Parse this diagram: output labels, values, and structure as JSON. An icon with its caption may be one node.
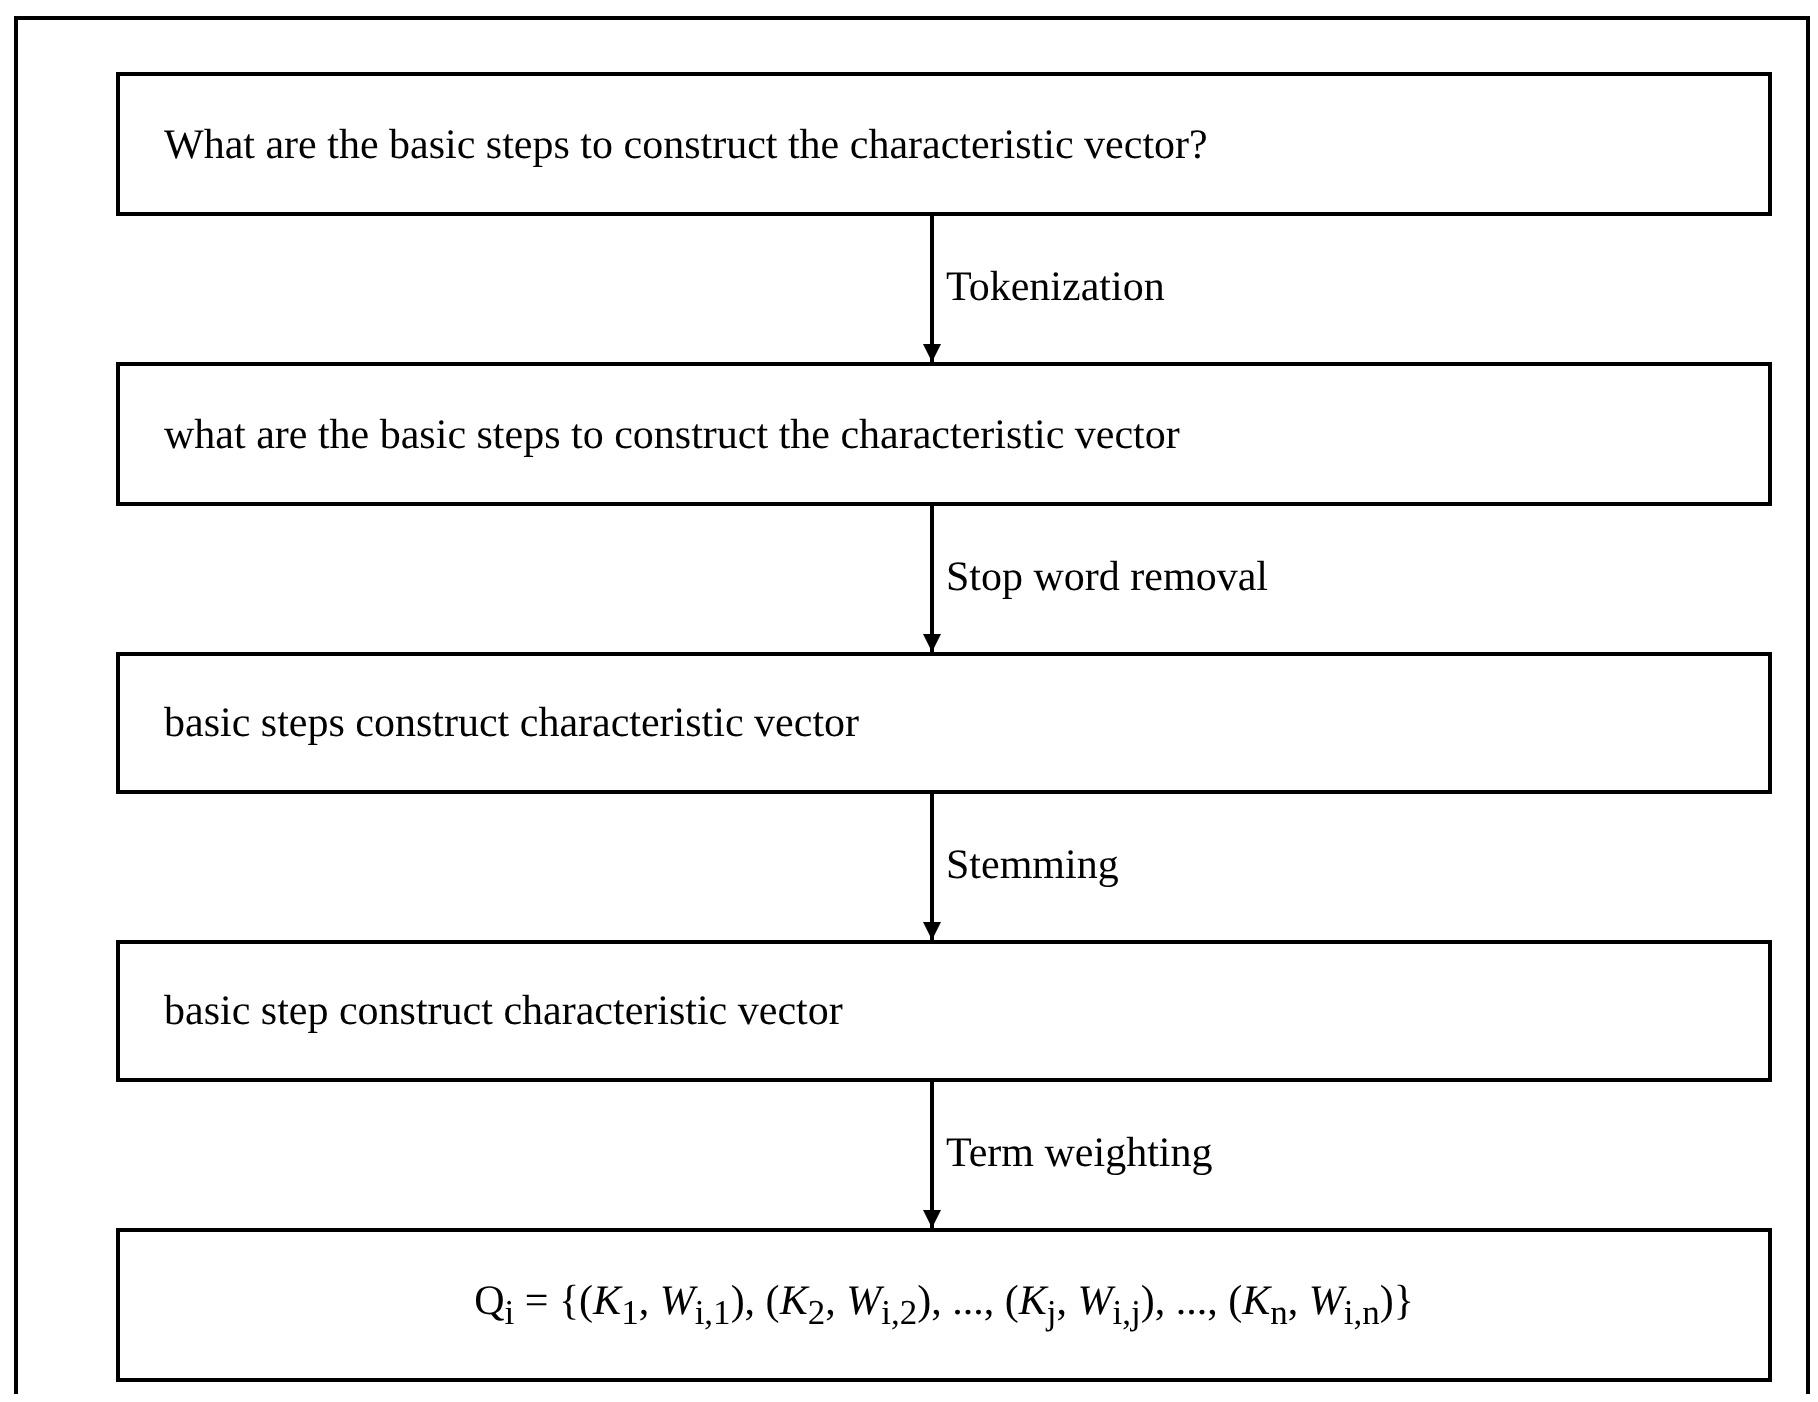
{
  "diagram": {
    "nodes": [
      {
        "text": [
          "What are the basic steps to construct the characteristic vector?"
        ]
      },
      {
        "text": [
          "what are the basic steps to construct the characteristic vector"
        ]
      },
      {
        "text": [
          "basic steps construct characteristic vector"
        ]
      },
      {
        "text": [
          "basic step construct characteristic vector"
        ]
      },
      {
        "text": [
          "Q$_{i}$ = {(*K*$_{1}$, *W*$_{i,1}$), (*K*$_{2}$, *W*$_{i,2}$), ..., (*K*$_{j}$, *W*$_{i,j}$), ..., (*K*$_{n}$, *W*$_{i,n}$)}"
        ]
      }
    ],
    "edges": [
      {
        "from": 0,
        "to": 1,
        "arrow": "to",
        "label": "Tokenization"
      },
      {
        "from": 1,
        "to": 2,
        "arrow": "to",
        "label": "Stop word removal"
      },
      {
        "from": 2,
        "to": 3,
        "arrow": "to",
        "label": "Stemming"
      },
      {
        "from": 3,
        "to": 4,
        "arrow": "to",
        "label": "Term weighting"
      }
    ]
  }
}
